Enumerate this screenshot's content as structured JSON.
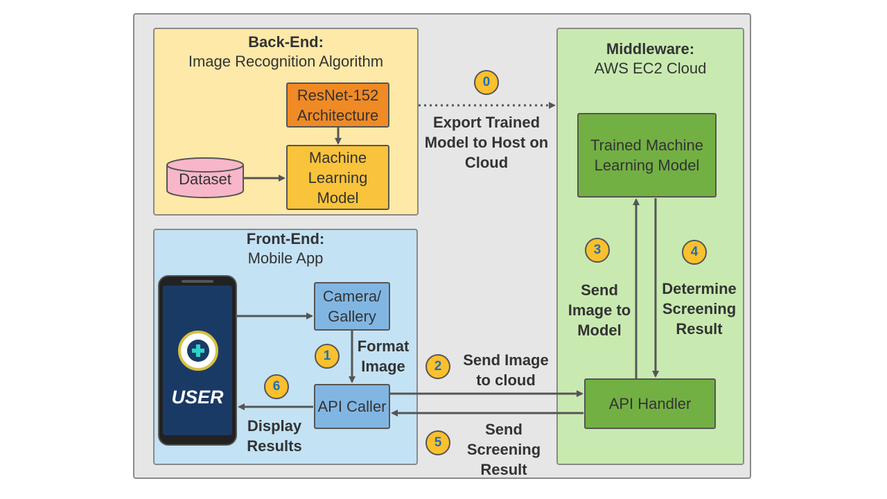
{
  "backend": {
    "title": "Back-End:",
    "subtitle": "Image Recognition Algorithm",
    "resnet": "ResNet-152 Architecture",
    "ml_model": "Machine Learning Model",
    "dataset": "Dataset"
  },
  "middleware": {
    "title": "Middleware:",
    "subtitle": "AWS EC2 Cloud",
    "trained_model": "Trained Machine Learning Model",
    "api_handler": "API Handler"
  },
  "frontend": {
    "title": "Front-End:",
    "subtitle": "Mobile App",
    "camera": "Camera/ Gallery",
    "api_caller": "API Caller",
    "phone_user": "USER"
  },
  "steps": [
    {
      "num": "0",
      "label": "Export Trained Model to Host on Cloud"
    },
    {
      "num": "1",
      "label": "Format Image"
    },
    {
      "num": "2",
      "label": "Send Image to cloud"
    },
    {
      "num": "3",
      "label": "Send Image to Model"
    },
    {
      "num": "4",
      "label": "Determine Screening Result"
    },
    {
      "num": "5",
      "label": "Send Screening Result"
    },
    {
      "num": "6",
      "label": "Display Results"
    }
  ],
  "colors": {
    "backend_bg": "#ffe9a8",
    "frontend_bg": "#c3e2f4",
    "middleware_bg": "#c8eab0",
    "step_badge": "#fbc02d",
    "step_number": "#1f6fb8"
  }
}
